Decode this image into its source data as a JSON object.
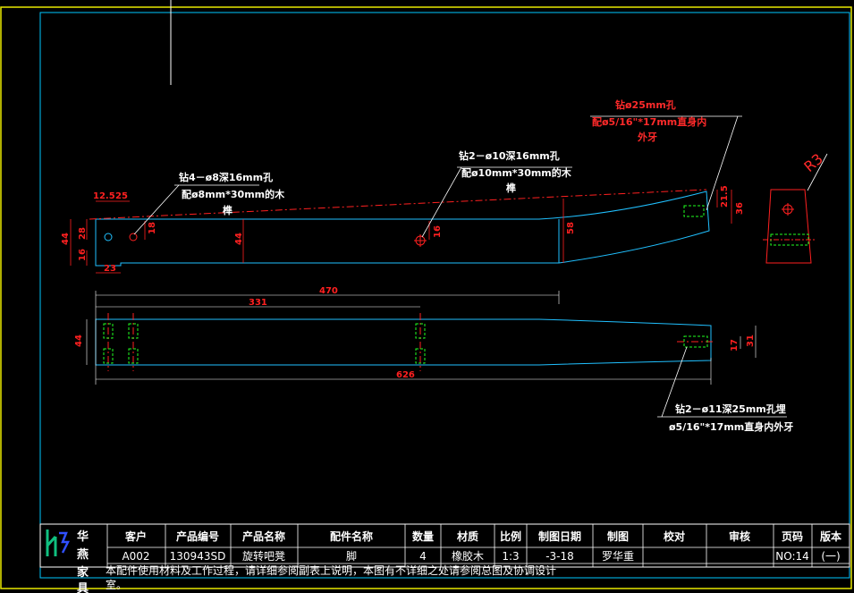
{
  "colors": {
    "background": "#000000",
    "frame": "#e8e800",
    "border": "#00c8ff",
    "outline": "#20c0ff",
    "dimension": "#ff2020",
    "center_line": "#ff2020",
    "hole_hidden": "#20ff20",
    "text": "#ffffff",
    "logo_green": "#10c080",
    "logo_blue": "#3050ff"
  },
  "top_view": {
    "dims": {
      "d_12_5": "12.5",
      "d_25": "25",
      "d_44_left": "44",
      "d_28": "28",
      "d_16": "16",
      "d_23": "23",
      "d_18": "18",
      "d_44_mid": "44",
      "d_16_b": "16",
      "d_58": "58",
      "d_21_5": "21.5",
      "d_36": "36"
    },
    "callouts": {
      "drill_4": {
        "line1": "钻4－ø8深16mm孔",
        "line2": "配ø8mm*30mm的木",
        "line3": "榫"
      },
      "drill_2": {
        "line1": "钻2－ø10深16mm孔",
        "line2": "配ø10mm*30mm的木",
        "line3": "榫"
      },
      "drill_25": {
        "line1": "钻ø25mm孔",
        "line2": "配ø5/16\"*17mm直身内",
        "line3": "外牙"
      }
    }
  },
  "end_view": {
    "radius_label": "R3"
  },
  "bottom_view": {
    "dims": {
      "d_470": "470",
      "d_331": "331",
      "d_44": "44",
      "d_626": "626",
      "d_17": "17",
      "d_31": "31"
    },
    "callout": {
      "line1": "钻2－ø11深25mm孔埋",
      "line2": "ø5/16\"*17mm直身内外牙"
    }
  },
  "title_block": {
    "brand_chars": [
      "华",
      "燕",
      "家",
      "具"
    ],
    "headers": [
      "客户",
      "产品编号",
      "产品名称",
      "配件名称",
      "数量",
      "材质",
      "比例",
      "制图日期",
      "制图",
      "校对",
      "审核",
      "页码",
      "版本"
    ],
    "values": [
      "A002",
      "130943SD",
      "旋转吧凳",
      "脚",
      "4",
      "橡胶木",
      "1:3",
      "-3-18",
      "罗华重",
      "",
      "",
      "NO:14",
      "(一)"
    ],
    "note_line1": "本配件使用材料及工作过程，请详细参阅副表上说明，本图有不详细之处请参阅总图及协调设计",
    "note_line2": "室。"
  }
}
